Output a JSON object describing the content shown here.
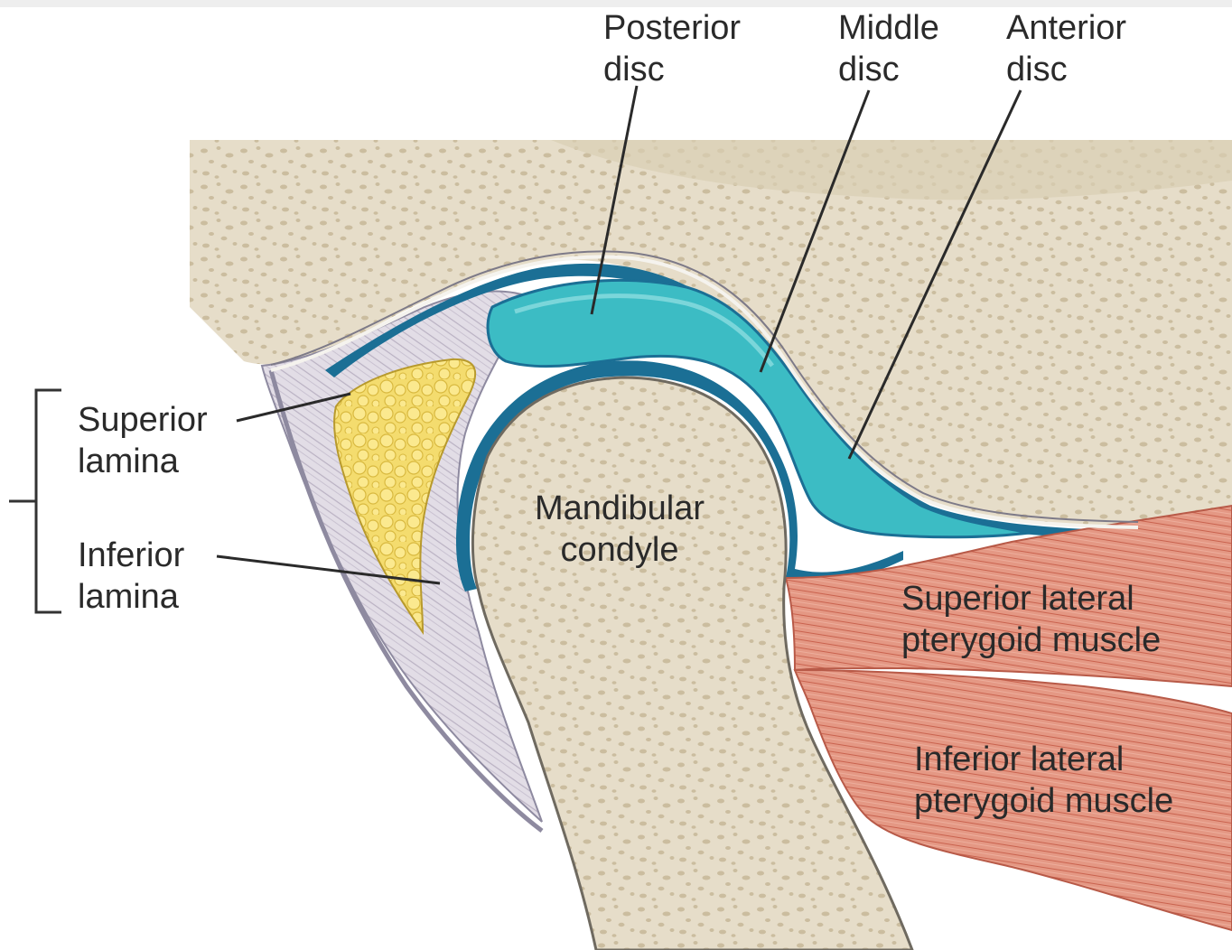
{
  "labels": {
    "posterior_disc": [
      "Posterior",
      "disc"
    ],
    "middle_disc": [
      "Middle",
      "disc"
    ],
    "anterior_disc": [
      "Anterior",
      "disc"
    ],
    "superior_lamina": [
      "Superior",
      "lamina"
    ],
    "inferior_lamina": [
      "Inferior",
      "lamina"
    ],
    "mandibular_condyle": [
      "Mandibular",
      "condyle"
    ],
    "superior_lateral_pterygoid": [
      "Superior lateral",
      "pterygoid muscle"
    ],
    "inferior_lateral_pterygoid": [
      "Inferior lateral",
      "pterygoid muscle"
    ]
  },
  "colors": {
    "bone": "#e6ddc9",
    "bone_speckle": "#cbbd9f",
    "disc": "#3cbcc4",
    "synovial_space": "#1b6f95",
    "fat": "#f2d86a",
    "ligament": "#d9d3df",
    "muscle": "#e08c78"
  }
}
